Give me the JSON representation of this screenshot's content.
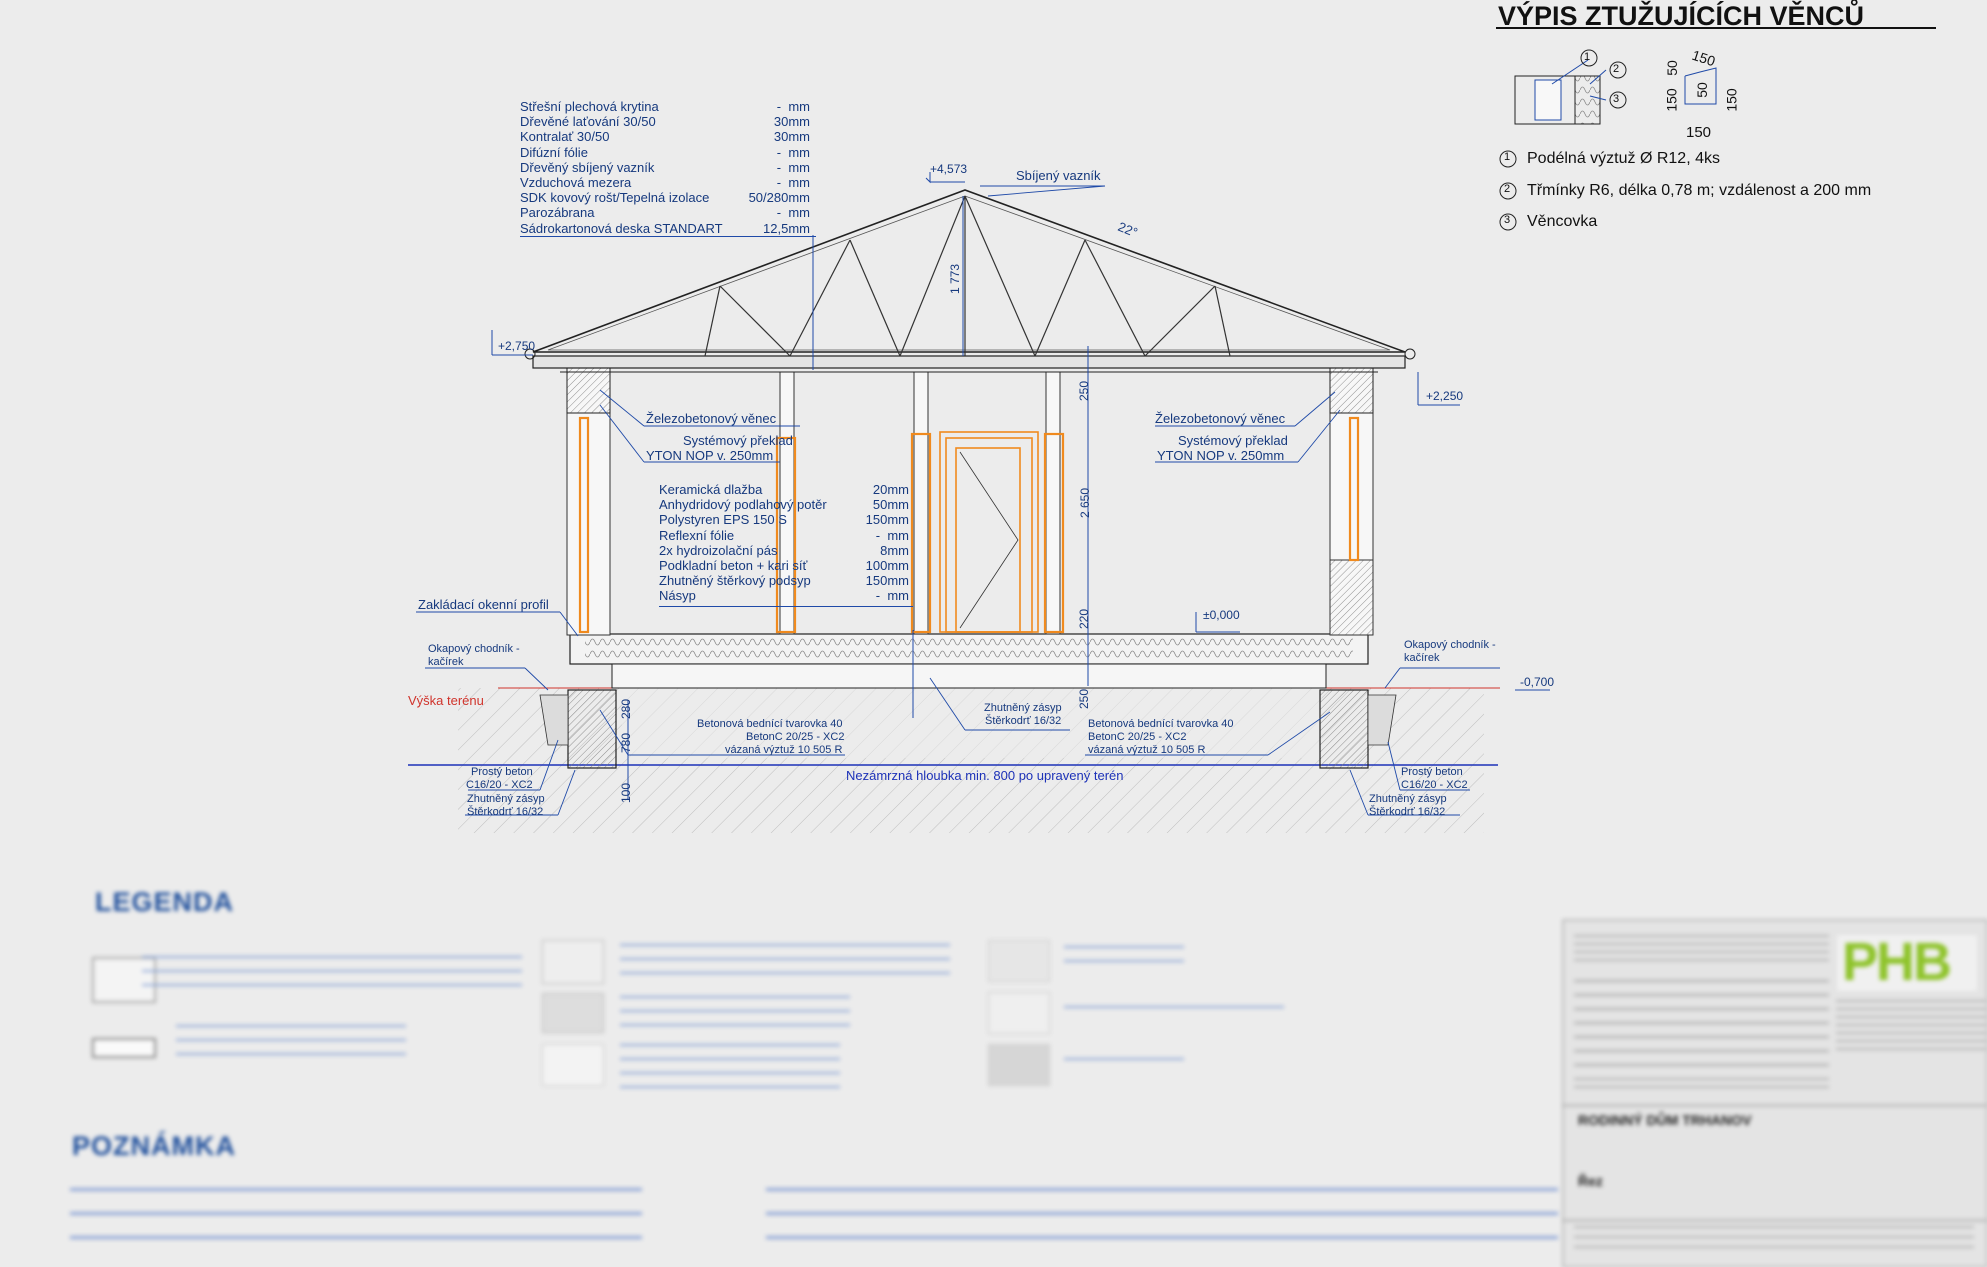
{
  "rebar_table": {
    "title": "VÝPIS ZTUŽUJÍCÍCH VĚNCŮ",
    "stirrup_dims": [
      "150",
      "50",
      "50",
      "150",
      "150",
      "150"
    ],
    "items": [
      {
        "num": "1",
        "text": "Podélná výztuž Ø R12, 4ks"
      },
      {
        "num": "2",
        "text": "Třmínky R6, délka 0,78 m; vzdálenost a 200 mm"
      },
      {
        "num": "3",
        "text": "Věncovka"
      }
    ]
  },
  "roof_layers": [
    {
      "name": "Střešní plechová krytina",
      "value": "-  mm"
    },
    {
      "name": "Dřevěné laťování 30/50",
      "value": "30mm"
    },
    {
      "name": "Kontralať 30/50",
      "value": "30mm"
    },
    {
      "name": "Difúzní fólie",
      "value": "-  mm"
    },
    {
      "name": "Dřevěný sbíjený vazník",
      "value": "-  mm"
    },
    {
      "name": "Vzduchová mezera",
      "value": "-  mm"
    },
    {
      "name": "SDK kovový rošt/Tepelná izolace",
      "value": "50/280mm"
    },
    {
      "name": "Parozábrana",
      "value": "-  mm"
    },
    {
      "name": "Sádrokartonová deska STANDART",
      "value": "12,5mm"
    }
  ],
  "floor_layers": [
    {
      "name": "Keramická dlažba",
      "value": "20mm"
    },
    {
      "name": "Anhydridový podlahový potěr",
      "value": "50mm"
    },
    {
      "name": "Polystyren EPS 150 S",
      "value": "150mm"
    },
    {
      "name": "Reflexní fólie",
      "value": "-  mm"
    },
    {
      "name": "2x hydroizolační pás",
      "value": "8mm"
    },
    {
      "name": "Podkladní beton + kari síť",
      "value": "100mm"
    },
    {
      "name": "Zhutněný štěrkový podsyp",
      "value": "150mm"
    },
    {
      "name": "Násyp",
      "value": "-  mm"
    }
  ],
  "labels": {
    "truss": "Sbíjený vazník",
    "angle": "22°",
    "ridge_level": "+4,573",
    "eave_level_left": "+2,750",
    "eave_level_right": "+2,250",
    "zero_level": "±0,000",
    "ground_level": "-0,700",
    "ring_beam_left": "Železobetonový věnec",
    "lintel_left_1": "Systémový překlad",
    "lintel_left_2": "YTON NOP v. 250mm",
    "ring_beam_right": "Železobetonový věnec",
    "lintel_right_1": "Systémový překlad",
    "lintel_right_2": "YTON NOP v. 250mm",
    "window_profile": "Zakládací okenní profil",
    "drip_left_1": "Okapový chodník -",
    "drip_left_2": "kačírek",
    "drip_right_1": "Okapový chodník -",
    "drip_right_2": "kačírek",
    "terrain": "Výška terénu",
    "frost_depth": "Nezámrzná hloubka min. 800 po upravený terén",
    "fill_center_1": "Zhutněný zásyp",
    "fill_center_2": "Štěrkodrť 16/32",
    "formwork_left_1": "Betonová bednící tvarovka 40",
    "formwork_left_2": "BetonC 20/25 - XC2",
    "formwork_left_3": "vázaná výztuž 10 505 R",
    "formwork_right_1": "Betonová bednící tvarovka 40",
    "formwork_right_2": "BetonC 20/25 - XC2",
    "formwork_right_3": "vázaná výztuž 10 505 R",
    "plain_concrete_left_1": "Prostý beton",
    "plain_concrete_left_2": "C16/20 - XC2",
    "plain_concrete_right_1": "Prostý beton",
    "plain_concrete_right_2": "C16/20 - XC2",
    "backfill_left_1": "Zhutněný zásyp",
    "backfill_left_2": "Štěrkodrť 16/32",
    "backfill_right_1": "Zhutněný zásyp",
    "backfill_right_2": "Štěrkodrť 16/32",
    "dim_truss_h": "1 773",
    "dim_250_top": "250",
    "dim_2650": "2 650",
    "dim_220": "220",
    "dim_250_bot": "250",
    "dim_280": "280",
    "dim_780": "780",
    "dim_100": "100"
  },
  "legend": {
    "title": "LEGENDA"
  },
  "notes": {
    "title": "POZNÁMKA"
  },
  "title_block": {
    "logo": "PHB",
    "project": "RODINNÝ DŮM TRHANOV",
    "drawing": "Řez"
  },
  "colors": {
    "line_blue": "#1f4aa8",
    "text_blue": "#16397e",
    "orange": "#f08a1e",
    "terrain_red": "#d0342c",
    "frost_blue": "#1d32b8",
    "logo_green": "#8ec32a",
    "logo_pink": "#d81a7a"
  }
}
